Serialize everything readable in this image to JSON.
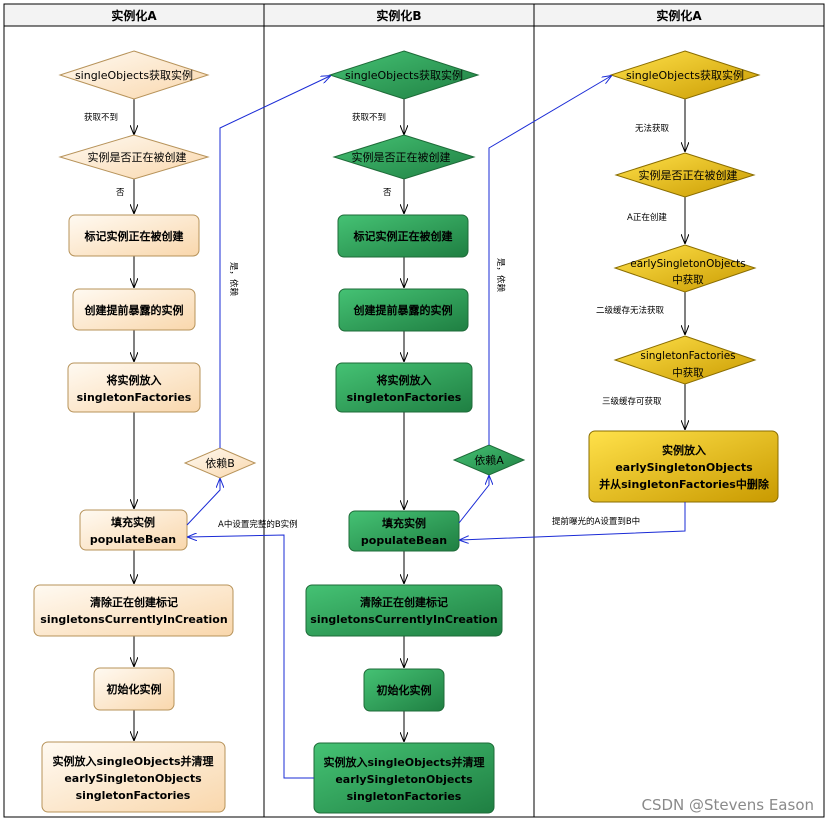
{
  "lanes": {
    "left": {
      "title": "实例化A"
    },
    "mid": {
      "title": "实例化B"
    },
    "right": {
      "title": "实例化A"
    }
  },
  "left": {
    "d_get": "singleObjects获取实例",
    "lbl_notfound": "获取不到",
    "d_creating": "实例是否正在被创建",
    "lbl_no": "否",
    "p_mark": "标记实例正在被创建",
    "p_early": "创建提前暴露的实例",
    "p_put": [
      "将实例放入",
      "singletonFactories"
    ],
    "d_dep": "依赖B",
    "lbl_yes": "是，依赖",
    "p_populate": [
      "填充实例",
      "populateBean"
    ],
    "lbl_setB": "A中设置完整的B实例",
    "p_clear": [
      "清除正在创建标记",
      "singletonsCurrentlyInCreation"
    ],
    "p_init": "初始化实例",
    "p_final": [
      "实例放入singleObjects并清理",
      "earlySingletonObjects",
      "singletonFactories"
    ]
  },
  "mid": {
    "d_get": "singleObjects获取实例",
    "lbl_notfound": "获取不到",
    "d_creating": "实例是否正在被创建",
    "lbl_no": "否",
    "p_mark": "标记实例正在被创建",
    "p_early": "创建提前暴露的实例",
    "p_put": [
      "将实例放入",
      "singletonFactories"
    ],
    "d_dep": "依赖A",
    "lbl_yes": "是，依赖",
    "p_populate": [
      "填充实例",
      "populateBean"
    ],
    "p_clear": [
      "清除正在创建标记",
      "singletonsCurrentlyInCreation"
    ],
    "p_init": "初始化实例",
    "p_final": [
      "实例放入singleObjects并清理",
      "earlySingletonObjects",
      "singletonFactories"
    ]
  },
  "right": {
    "d_get": "singleObjects获取实例",
    "lbl_cannot": "无法获取",
    "d_creating": "实例是否正在被创建",
    "lbl_creating": "A正在创建",
    "d_early": [
      "earlySingletonObjects",
      "中获取"
    ],
    "lbl_l2": "二级缓存无法获取",
    "d_factories": [
      "singletonFactories",
      "中获取"
    ],
    "lbl_l3": "三级缓存可获取",
    "p_move": [
      "实例放入",
      "earlySingletonObjects",
      "并从singletonFactories中删除"
    ],
    "lbl_setA": "提前曝光的A设置到B中"
  },
  "watermark": "CSDN @Stevens Eason",
  "colors": {
    "left_fill": "#fde2c0",
    "mid_fill": "#2fa85a",
    "right_fill": "#f2c500",
    "cross_arrow": "#1a2bd6"
  }
}
